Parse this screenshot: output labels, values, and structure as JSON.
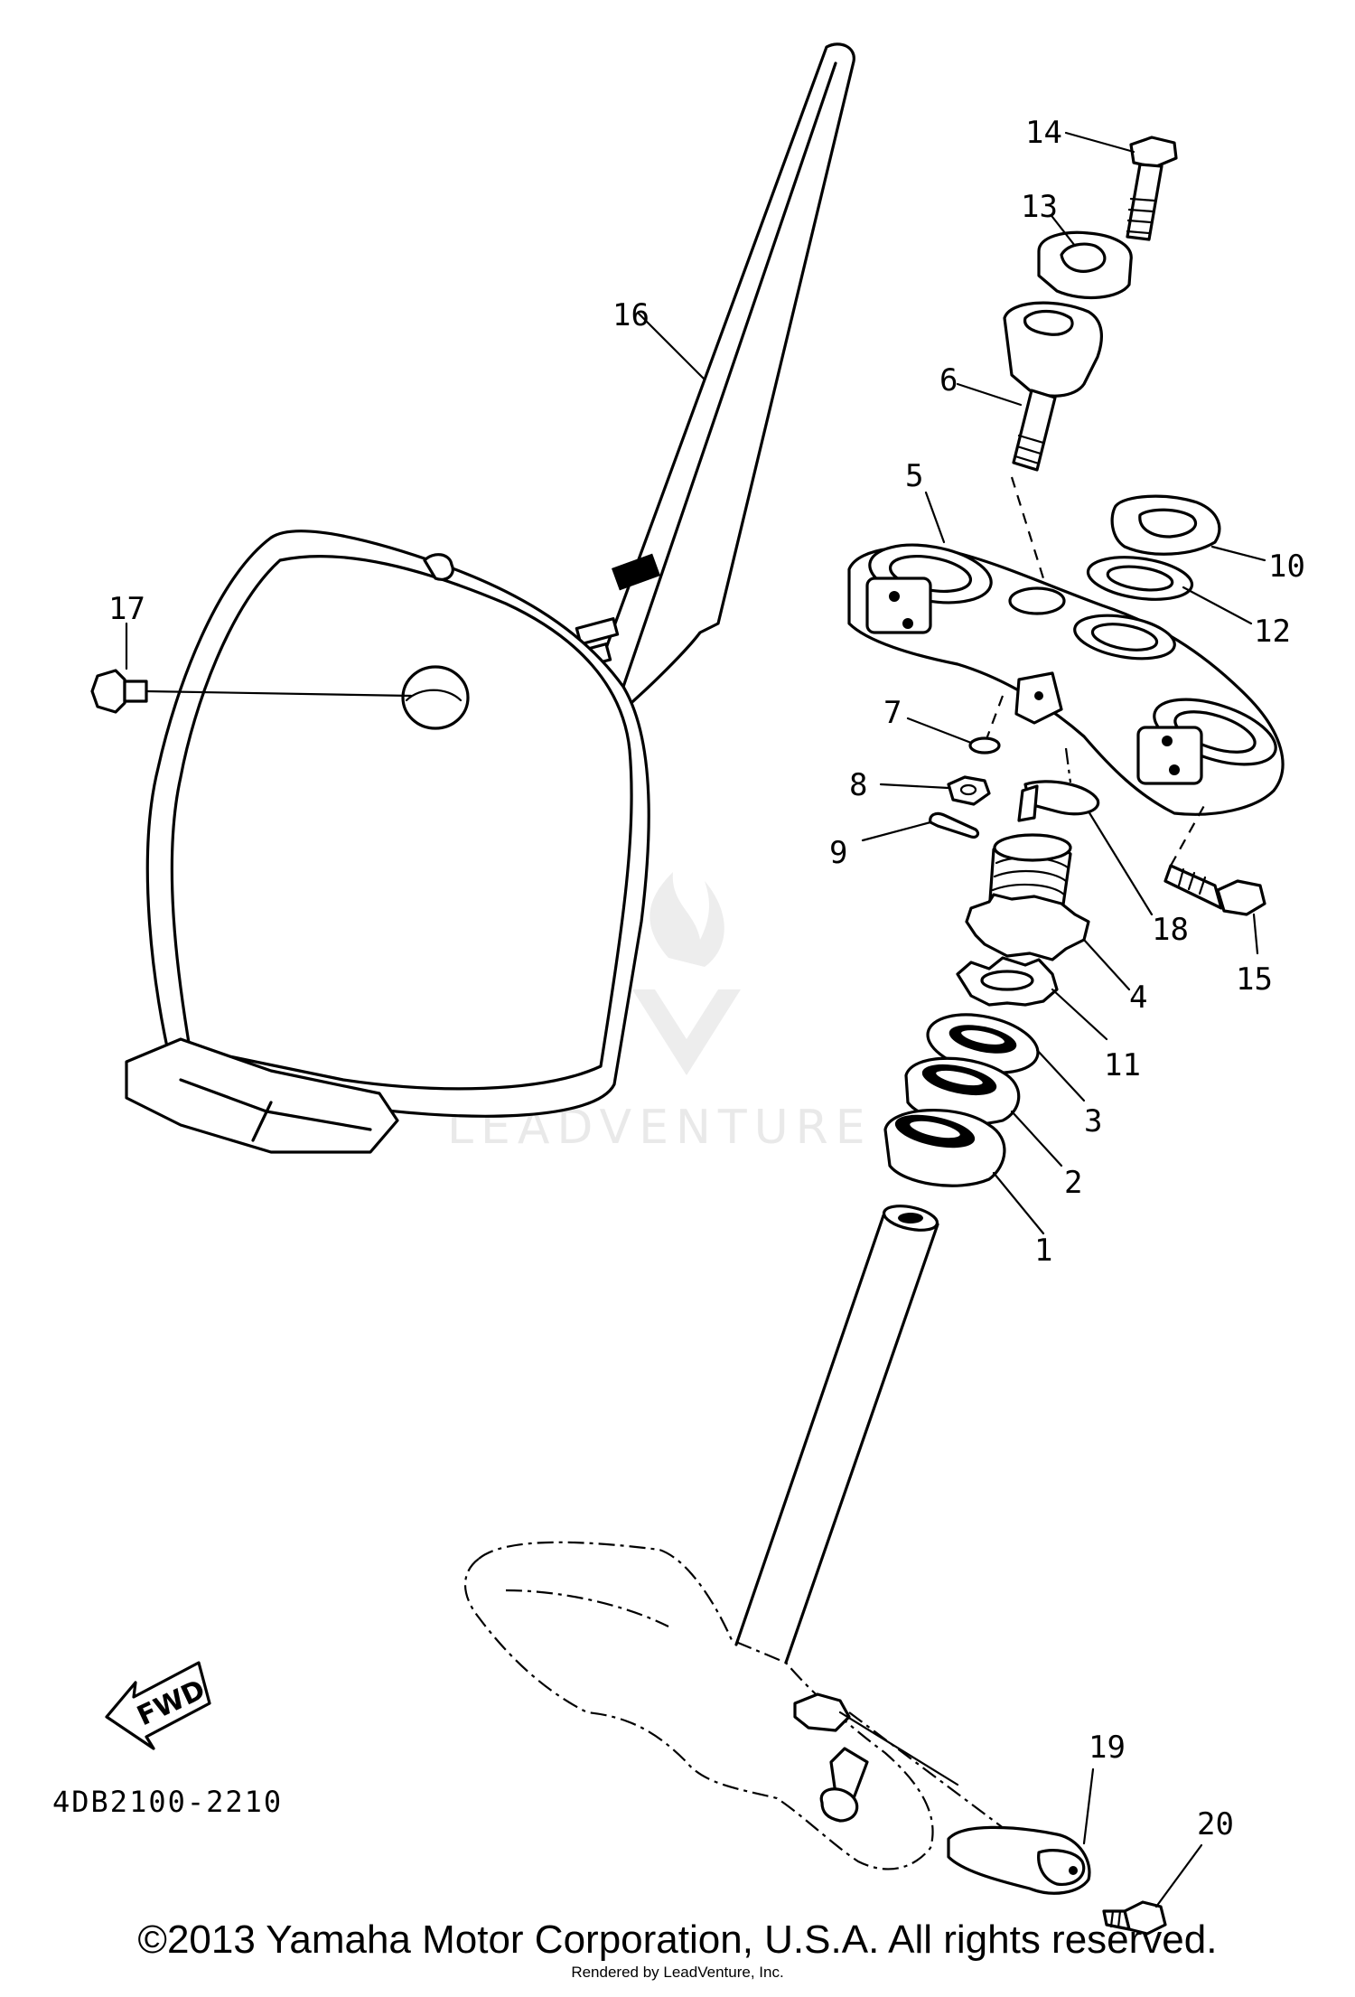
{
  "diagram": {
    "part_labels": [
      "1",
      "2",
      "3",
      "4",
      "5",
      "6",
      "7",
      "8",
      "9",
      "10",
      "11",
      "12",
      "13",
      "14",
      "15",
      "16",
      "17",
      "18",
      "19",
      "20"
    ],
    "drawing_code": "4DB2100-2210",
    "fwd_label": "FWD",
    "watermark": "LEADVENTURE",
    "copyright": "©2013 Yamaha Motor Corporation, U.S.A. All rights reserved.",
    "rendered_by": "Rendered by LeadVenture, Inc."
  }
}
